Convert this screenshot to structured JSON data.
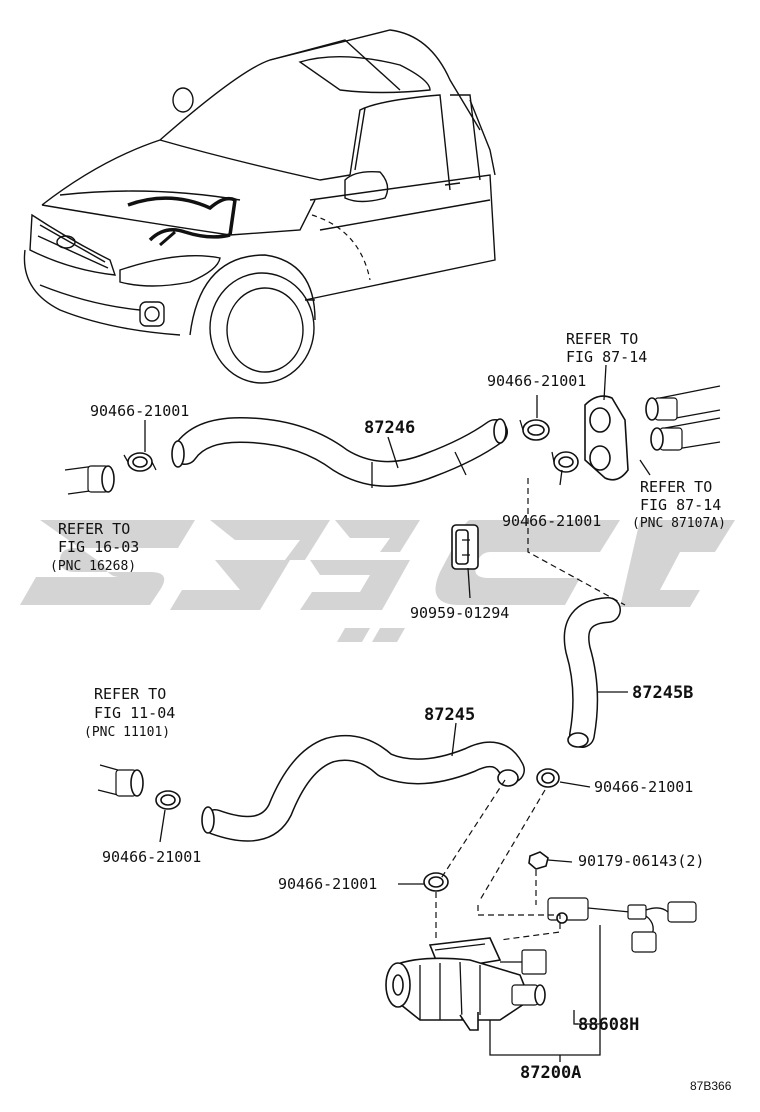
{
  "labels": {
    "p87246": "87246",
    "p87245": "87245",
    "p87245b": "87245B",
    "p88608h": "88608H",
    "p87200a": "87200A",
    "clamp_top_left": "90466-21001",
    "clamp_top_right_upper": "90466-21001",
    "clamp_top_right_lower": "90466-21001",
    "clamp_mid_right": "90466-21001",
    "clamp_bottom_left": "90466-21001",
    "clamp_bottom_mid": "90466-21001",
    "clip": "90959-01294",
    "nut": "90179-06143(2)"
  },
  "refs": {
    "fig_16_03": {
      "line1": "REFER TO",
      "line2": "FIG 16-03",
      "pnc": "(PNC 16268)"
    },
    "fig_11_04": {
      "line1": "REFER TO",
      "line2": "FIG 11-04",
      "pnc": "(PNC 11101)"
    },
    "fig_87_14_top": {
      "line1": "REFER TO",
      "line2": "FIG 87-14"
    },
    "fig_87_14_right": {
      "line1": "REFER TO",
      "line2": "FIG 87-14",
      "pnc": "(PNC 87107A)"
    }
  },
  "diagram_code": "87B366",
  "colors": {
    "line": "#111111",
    "background": "#ffffff",
    "watermark": "#d3d3d3"
  }
}
